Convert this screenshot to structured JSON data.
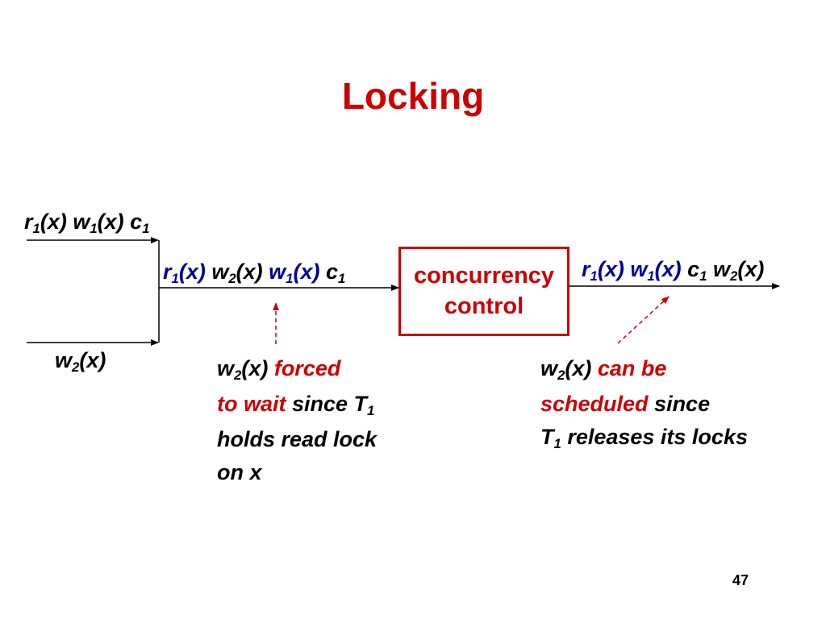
{
  "title": "Locking",
  "t1_schedule": {
    "r": "r",
    "s1": "1",
    "p1": "(x) ",
    "w": "w",
    "s2": "1",
    "p2": "(x) ",
    "c": "c",
    "s3": "1"
  },
  "t2_schedule": {
    "w": "w",
    "s1": "2",
    "p1": "(x)"
  },
  "merged_schedule": {
    "r": "r",
    "s1": "1",
    "p1": "(x) ",
    "w2": "w",
    "s2": "2",
    "p2": "(x) ",
    "w1": "w",
    "s3": "1",
    "p3": "(x) ",
    "c": "c",
    "s4": "1"
  },
  "output_schedule": {
    "r": "r",
    "s1": "1",
    "p1": "(x) ",
    "w1": "w",
    "s2": "1",
    "p2": "(x) ",
    "c": "c",
    "s3": "1",
    "sp": " ",
    "w2": "w",
    "s4": "2",
    "p4": "(x)"
  },
  "cc_box": {
    "line1": "concurrency",
    "line2": "control"
  },
  "note_left": {
    "op_w": "w",
    "op_sub": "2",
    "op_paren": "(x) ",
    "forced": "forced",
    "to_wait": "to wait",
    "since": " since T",
    "t_sub": "1",
    "line3": "holds read lock",
    "line4": "on x"
  },
  "note_right": {
    "op_w": "w",
    "op_sub": "2",
    "op_paren": "(x) ",
    "can_be": "can be",
    "scheduled": "scheduled",
    "since": " since",
    "t": "T",
    "t_sub": "1",
    "rest": " releases its locks"
  },
  "page_number": "47",
  "colors": {
    "title": "#cc0000",
    "accent": "#cc0000",
    "op_color": "#000099",
    "text": "#000000"
  }
}
